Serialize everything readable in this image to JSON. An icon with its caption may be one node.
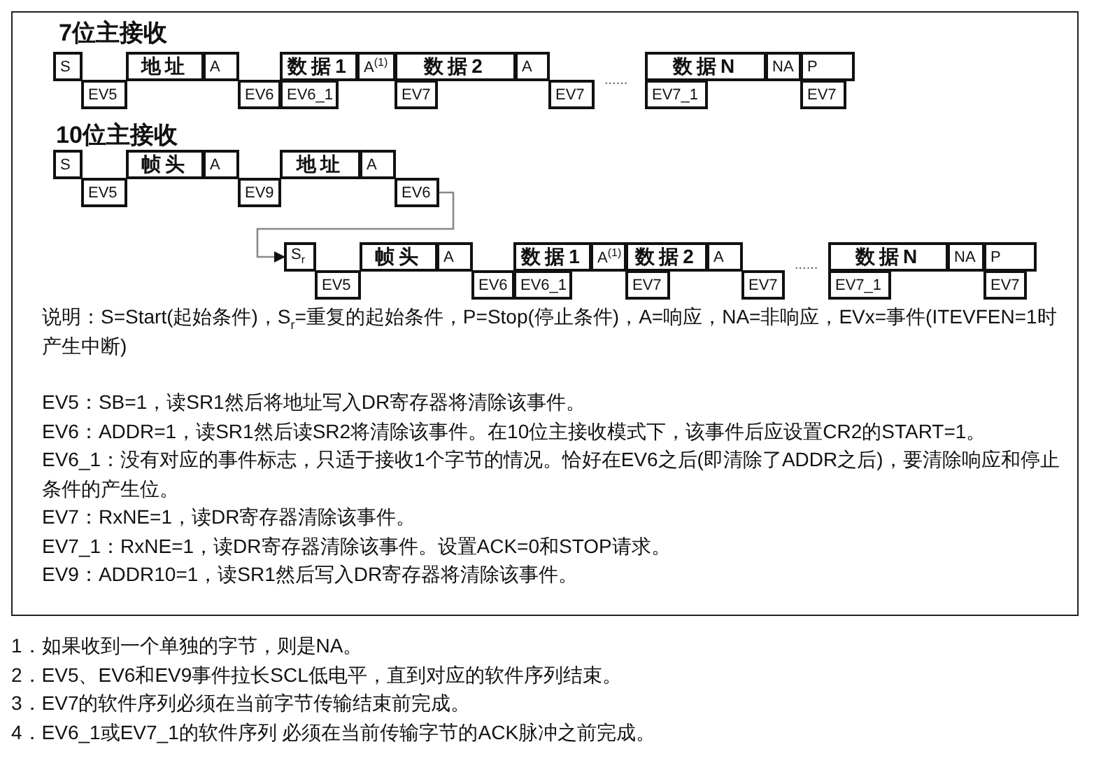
{
  "diagram": {
    "nodes": [
      {
        "text": [
          "S"
        ]
      },
      {
        "text": [
          "EV5"
        ]
      },
      {
        "text": [
          "地址"
        ]
      },
      {
        "text": [
          "A"
        ]
      },
      {
        "text": [
          "EV6"
        ]
      },
      {
        "text": [
          "数据1"
        ]
      },
      {
        "text": [
          "EV6_1"
        ]
      },
      {
        "text": [
          "A$^{(1)}$"
        ]
      },
      {
        "text": [
          "数据2"
        ]
      },
      {
        "text": [
          "EV7"
        ]
      },
      {
        "text": [
          "A"
        ]
      },
      {
        "text": [
          "EV7"
        ]
      },
      {
        "text": [
          "数据N"
        ]
      },
      {
        "text": [
          "EV7_1"
        ]
      },
      {
        "text": [
          "NA"
        ]
      },
      {
        "text": [
          "P"
        ]
      },
      {
        "text": [
          "EV7"
        ]
      },
      {
        "text": [
          "S"
        ]
      },
      {
        "text": [
          "EV5"
        ]
      },
      {
        "text": [
          "帧头"
        ]
      },
      {
        "text": [
          "A"
        ]
      },
      {
        "text": [
          "EV9"
        ]
      },
      {
        "text": [
          "地址"
        ]
      },
      {
        "text": [
          "A"
        ]
      },
      {
        "text": [
          "EV6"
        ]
      },
      {
        "text": [
          "S$_{r}$"
        ]
      },
      {
        "text": [
          "EV5"
        ]
      },
      {
        "text": [
          "帧头"
        ]
      },
      {
        "text": [
          "A"
        ]
      },
      {
        "text": [
          "EV6"
        ]
      },
      {
        "text": [
          "数据1"
        ]
      },
      {
        "text": [
          "EV6_1"
        ]
      },
      {
        "text": [
          "A$^{(1)}$"
        ]
      },
      {
        "text": [
          "数据2"
        ]
      },
      {
        "text": [
          "EV7"
        ]
      },
      {
        "text": [
          "A"
        ]
      },
      {
        "text": [
          "EV7"
        ]
      },
      {
        "text": [
          "数据N"
        ]
      },
      {
        "text": [
          "EV7_1"
        ]
      },
      {
        "text": [
          "NA"
        ]
      },
      {
        "text": [
          "P"
        ]
      },
      {
        "text": [
          "EV7"
        ]
      }
    ],
    "edges": [
      {
        "from": 24,
        "to": 25,
        "arrow": "to"
      }
    ],
    "labels": [
      "7位主接收",
      "......",
      "10位主接收",
      "......",
      "说明：S=Start(起始条件)，S$_{r}$=重复的起始条件，P=Stop(停止条件)，A=响应，NA=非响应，EVx=事件(ITEVFEN=1时产生中断)",
      "EV5：SB=1，读SR1然后将地址写入DR寄存器将清除该事件。",
      "EV6：ADDR=1，读SR1然后读SR2将清除该事件。在10位主接收模式下，该事件后应设置CR2的START=1。",
      "EV6_1：没有对应的事件标志，只适于接收1个字节的情况。恰好在EV6之后(即清除了ADDR之后)，要清除响应和停止条件的产生位。",
      "EV7：RxNE=1，读DR寄存器清除该事件。",
      "EV7_1：RxNE=1，读DR寄存器清除该事件。设置ACK=0和STOP请求。",
      "EV9：ADDR10=1，读SR1然后写入DR寄存器将清除该事件。",
      "1．如果收到一个单独的字节，则是NA。",
      "2．EV5、EV6和EV9事件拉长SCL低电平，直到对应的软件序列结束。",
      "3．EV7的软件序列必须在当前字节传输结束前完成。",
      "4．EV6_1或EV7_1的软件序列 必须在当前传输字节的ACK脉冲之前完成。"
    ]
  }
}
